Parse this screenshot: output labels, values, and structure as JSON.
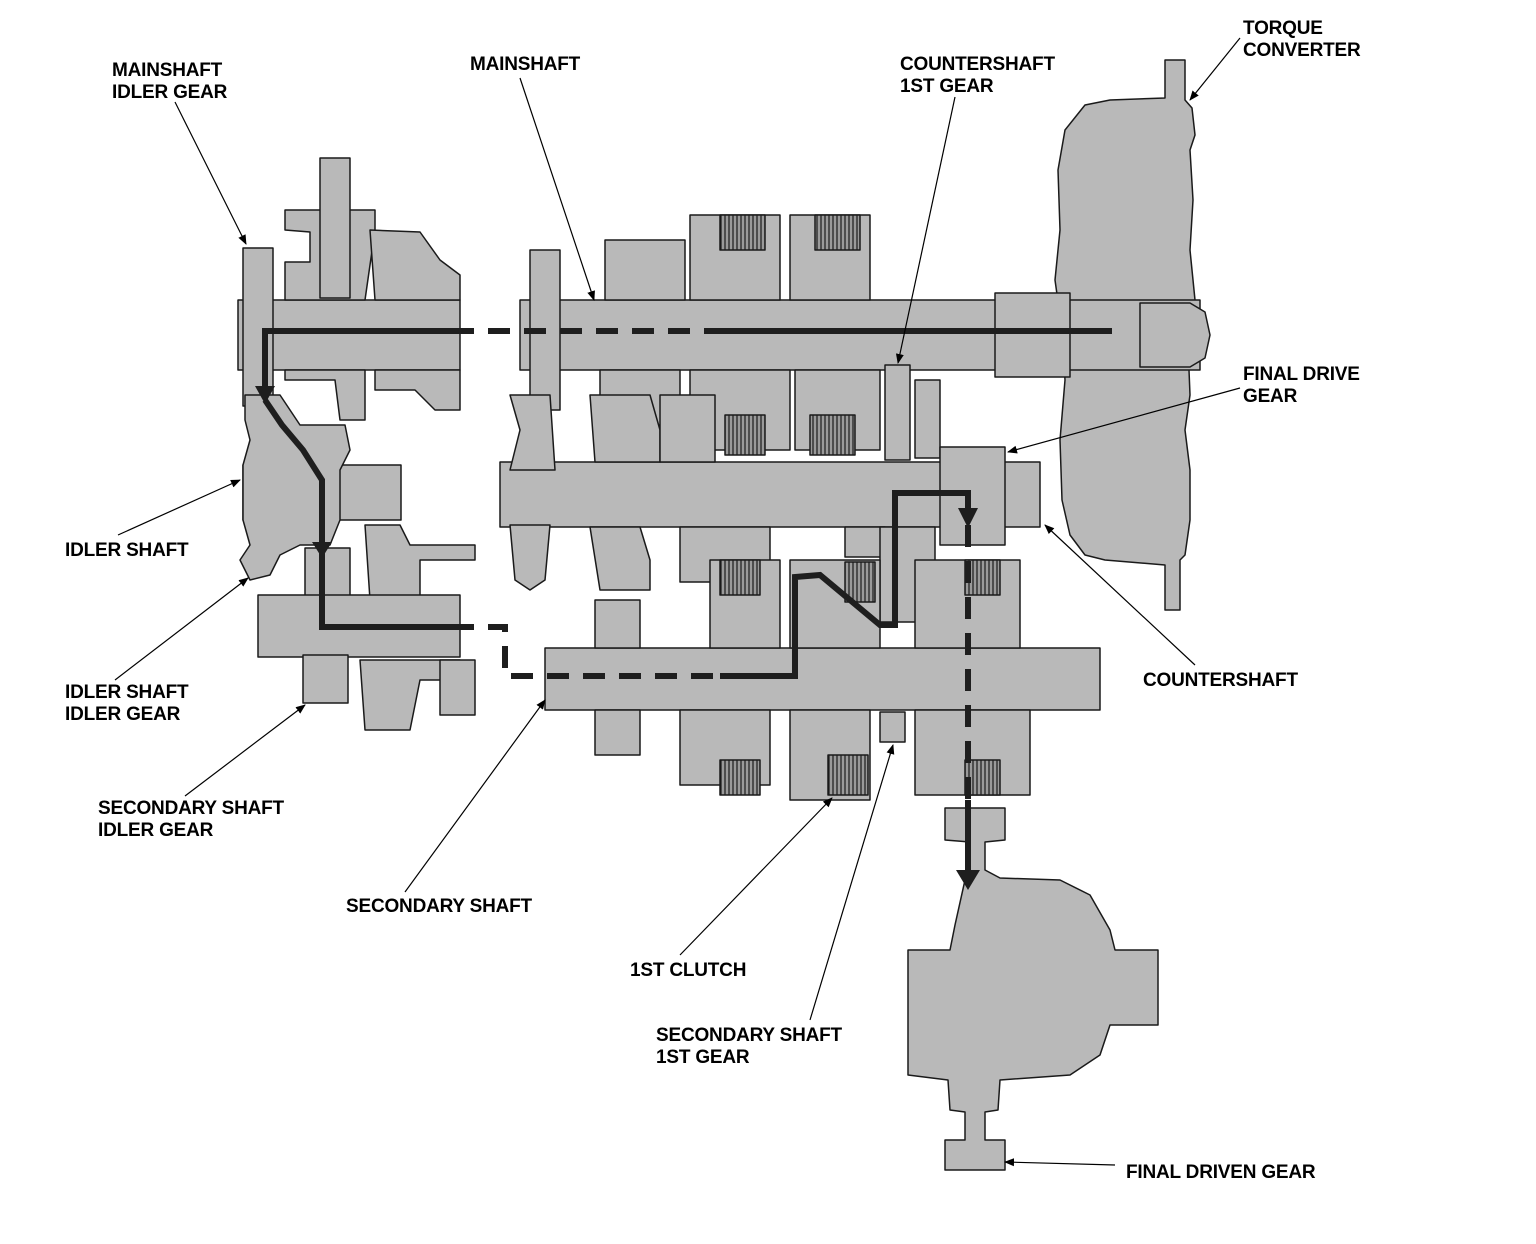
{
  "labels": {
    "mainshaft_idler_gear": [
      "MAINSHAFT",
      "IDLER GEAR"
    ],
    "mainshaft": [
      "MAINSHAFT"
    ],
    "countershaft_1st_gear": [
      "COUNTERSHAFT",
      "1ST GEAR"
    ],
    "torque_converter": [
      "TORQUE",
      "CONVERTER"
    ],
    "final_drive_gear": [
      "FINAL DRIVE",
      "GEAR"
    ],
    "idler_shaft": [
      "IDLER SHAFT"
    ],
    "idler_shaft_idler_gear": [
      "IDLER SHAFT",
      "IDLER GEAR"
    ],
    "secondary_shaft_idler_gear": [
      "SECONDARY SHAFT",
      "IDLER GEAR"
    ],
    "secondary_shaft": [
      "SECONDARY SHAFT"
    ],
    "first_clutch": [
      "1ST CLUTCH"
    ],
    "secondary_shaft_1st_gear": [
      "SECONDARY SHAFT",
      "1ST GEAR"
    ],
    "countershaft": [
      "COUNTERSHAFT"
    ],
    "final_driven_gear": [
      "FINAL DRIVEN GEAR"
    ]
  },
  "colors": {
    "part_fill": "#b9b9b9",
    "part_stroke": "#1a1a1a",
    "flow_path": "#1e1e1e",
    "leader_line": "#000000"
  }
}
